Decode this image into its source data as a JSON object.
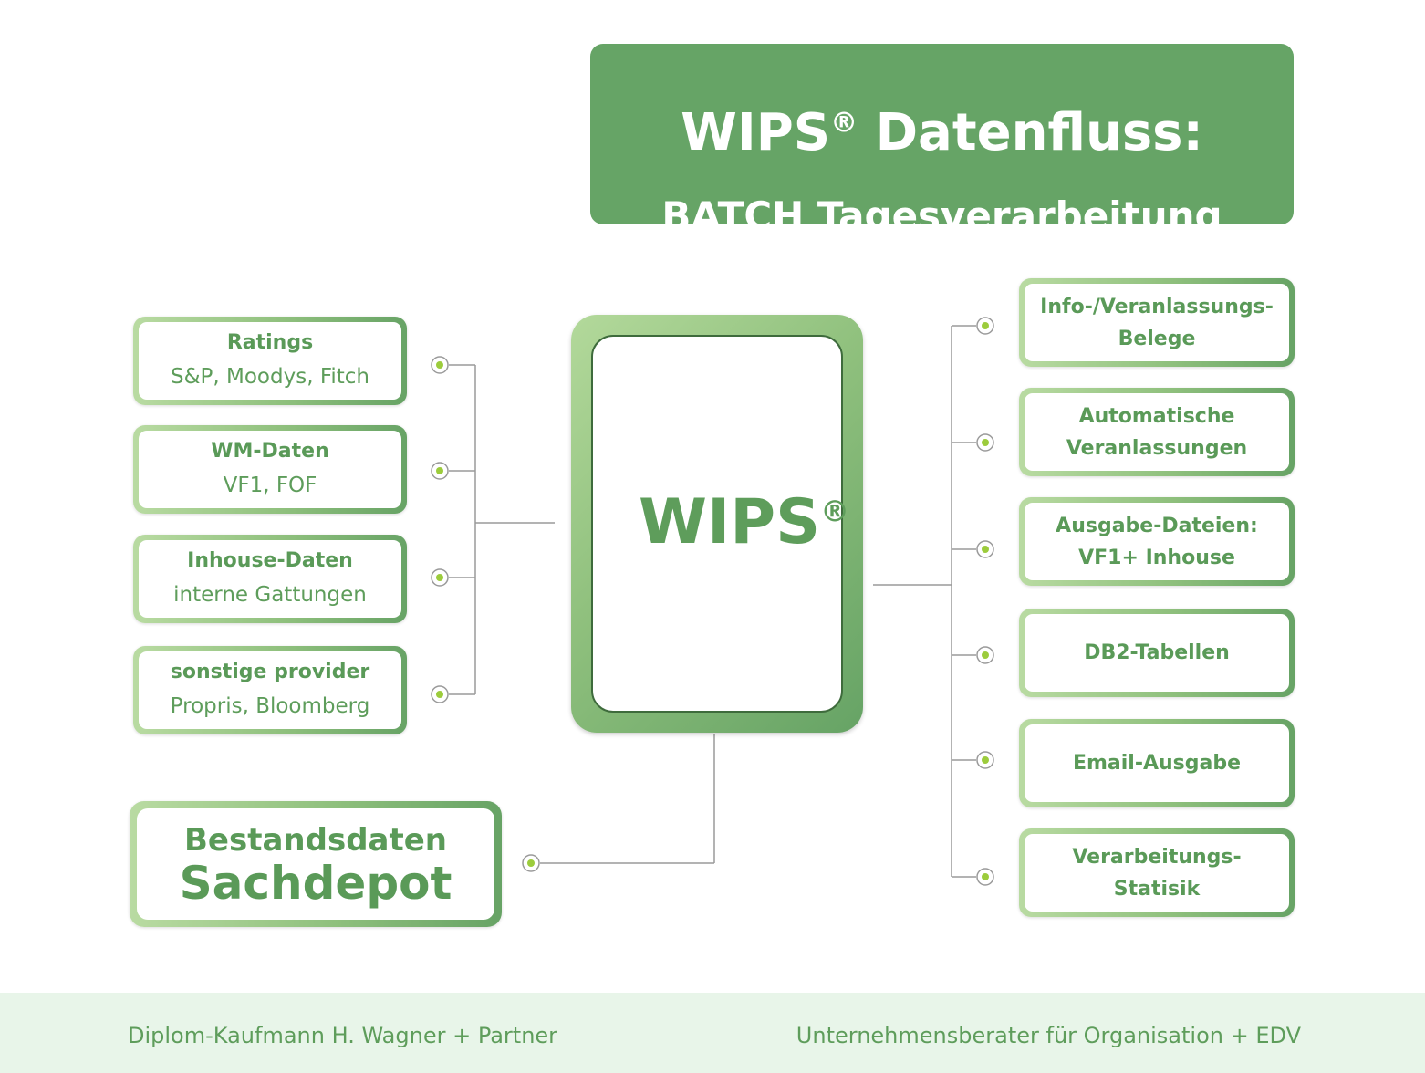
{
  "title": {
    "main": "WIPS",
    "reg": "®",
    "main_suffix": " Datenfluss:",
    "sub": "BATCH Tagesverarbeitung"
  },
  "center": {
    "label": "WIPS",
    "reg": "®"
  },
  "inputs": [
    {
      "title": "Ratings",
      "detail": "S&P, Moodys, Fitch"
    },
    {
      "title": "WM-Daten",
      "detail": "VF1, FOF"
    },
    {
      "title": "Inhouse-Daten",
      "detail": "interne Gattungen"
    },
    {
      "title": "sonstige provider",
      "detail": "Propris, Bloomberg"
    }
  ],
  "bestand": {
    "line1": "Bestandsdaten",
    "line2": "Sachdepot"
  },
  "outputs": [
    {
      "line1": "Info-/Veranlassungs-",
      "line2": "Belege"
    },
    {
      "line1": "Automatische",
      "line2": "Veranlassungen"
    },
    {
      "line1": "Ausgabe-Dateien:",
      "line2": "VF1+ Inhouse"
    },
    {
      "line1": "DB2-Tabellen",
      "line2": ""
    },
    {
      "line1": "Email-Ausgabe",
      "line2": ""
    },
    {
      "line1": "Verarbeitungs-",
      "line2": "Statisik"
    }
  ],
  "footer": {
    "left": "Diplom-Kaufmann H. Wagner + Partner",
    "right": "Unternehmensberater für Organisation + EDV"
  }
}
